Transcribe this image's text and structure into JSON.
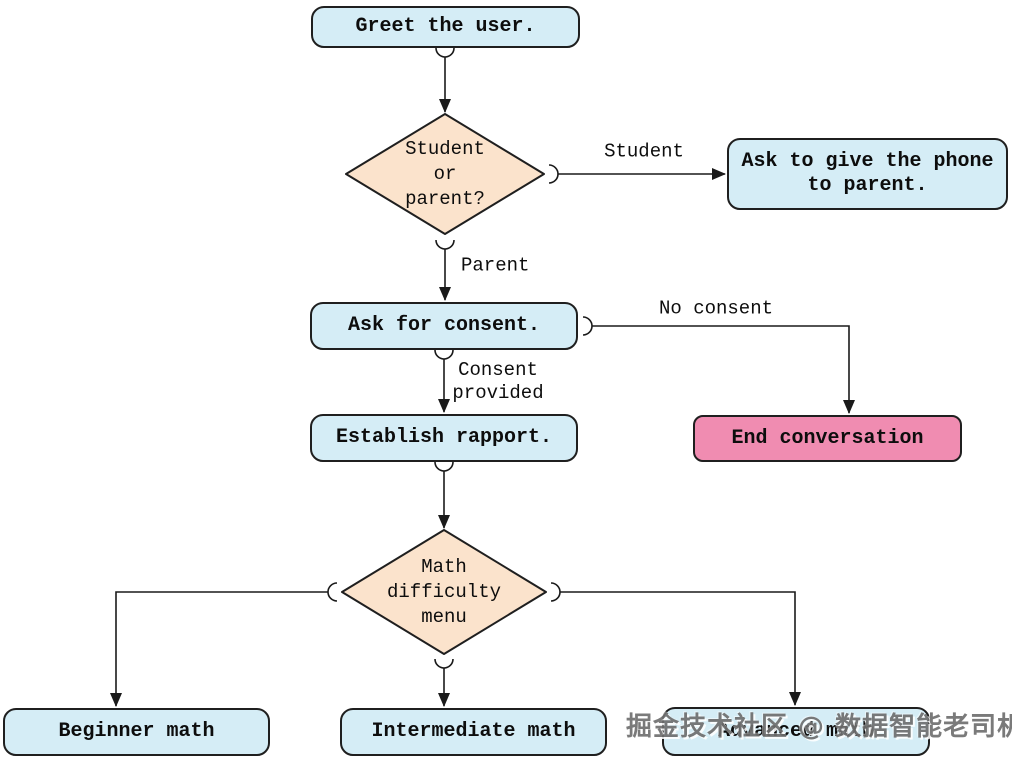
{
  "colors": {
    "node_blue": "#d5edf6",
    "node_peach": "#fbe3cc",
    "node_pink": "#f08cb1",
    "border": "#1f1f1f",
    "edge": "#1a1a1a",
    "text": "#0d0d0d",
    "watermark": "#6f6f6f"
  },
  "nodes": {
    "greet": {
      "type": "process",
      "label": "Greet the user."
    },
    "decide_role": {
      "type": "decision",
      "label": "Student\nor\nparent?"
    },
    "ask_phone": {
      "type": "process",
      "label": "Ask to give the phone\nto parent."
    },
    "ask_consent": {
      "type": "process",
      "label": "Ask for consent."
    },
    "end_conversation": {
      "type": "terminator",
      "label": "End conversation"
    },
    "establish_rapport": {
      "type": "process",
      "label": "Establish rapport."
    },
    "difficulty_menu": {
      "type": "decision",
      "label": "Math\ndifficulty\nmenu"
    },
    "beginner": {
      "type": "process",
      "label": "Beginner math"
    },
    "intermediate": {
      "type": "process",
      "label": "Intermediate math"
    },
    "advanced": {
      "type": "process",
      "label": "Advanced math"
    }
  },
  "edges": [
    {
      "from": "greet",
      "to": "decide_role",
      "label": ""
    },
    {
      "from": "decide_role",
      "to": "ask_phone",
      "label": "Student"
    },
    {
      "from": "decide_role",
      "to": "ask_consent",
      "label": "Parent"
    },
    {
      "from": "ask_consent",
      "to": "end_conversation",
      "label": "No consent"
    },
    {
      "from": "ask_consent",
      "to": "establish_rapport",
      "label": "Consent\nprovided"
    },
    {
      "from": "establish_rapport",
      "to": "difficulty_menu",
      "label": ""
    },
    {
      "from": "difficulty_menu",
      "to": "beginner",
      "label": ""
    },
    {
      "from": "difficulty_menu",
      "to": "intermediate",
      "label": ""
    },
    {
      "from": "difficulty_menu",
      "to": "advanced",
      "label": ""
    }
  ],
  "watermark": "掘金技术社区 @ 数据智能老司机"
}
